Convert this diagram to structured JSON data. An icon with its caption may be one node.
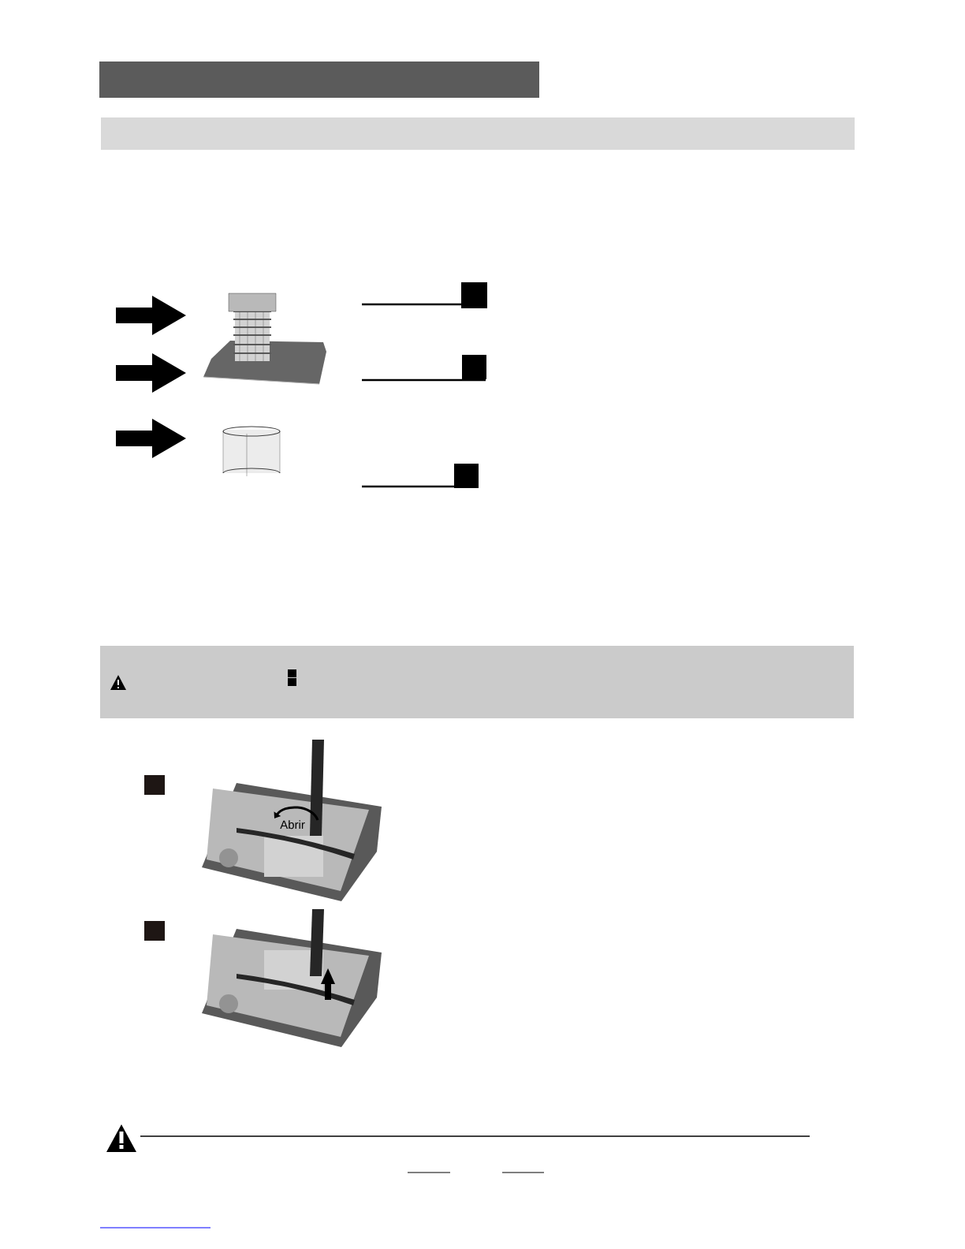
{
  "diagram": {
    "nodes": [
      {
        "text": [],
        "shape": "bar"
      },
      {
        "text": [],
        "shape": "bar"
      },
      {
        "text": [],
        "shape": "bar"
      }
    ],
    "labels": [
      "Abrir"
    ]
  }
}
